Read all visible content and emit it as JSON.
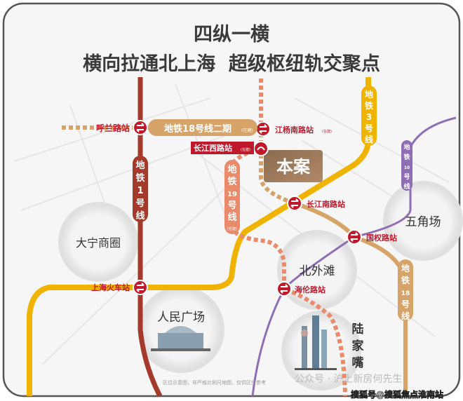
{
  "title_line1": "四纵一横",
  "title_line2": "横向拉通北上海  超级枢纽轨交聚点",
  "project_label": "本案",
  "lines": {
    "line1": {
      "label": [
        "地",
        "铁",
        "1",
        "号",
        "线"
      ],
      "color": "#a33a2c"
    },
    "line3": {
      "label": [
        "地",
        "铁",
        "3",
        "号",
        "线"
      ],
      "color": "#f0b400"
    },
    "line18_phase2": {
      "label": "地铁18号线二期",
      "tag": "(在建)",
      "color": "#d6a468"
    },
    "line18": {
      "label": [
        "地",
        "铁",
        "18",
        "号",
        "线"
      ],
      "color": "#d6a468"
    },
    "line19": {
      "label": [
        "地",
        "铁",
        "19",
        "号",
        "线"
      ],
      "tag": "(在建)",
      "color": "#e98a6b"
    },
    "line10": {
      "label": [
        "地",
        "铁",
        "10",
        "号",
        "线"
      ],
      "color": "#8e6fb3"
    }
  },
  "stations": {
    "hulan": "呼兰路站",
    "jiangyangnan": "江杨南路站",
    "jiangyangnan_tag": "(在建)",
    "changjiangxi": "长江西路站",
    "changjiangxi_tag": "(在建)",
    "changjiangnan": "长江南路站",
    "guoquan": "国权路站",
    "shanghai_rail": "上海火车站",
    "hailun": "海伦路站"
  },
  "districts": {
    "daning": "大宁商圈",
    "beiwaitan": "北外滩",
    "wujiaochang": "五角场",
    "renmin": "人民广场",
    "lujiazui": [
      "陆",
      "家",
      "嘴"
    ]
  },
  "disclaimer": "区位示意图，非严格比例尺地图，仅供区位参考",
  "watermark1": "公众号 · 沪上新房何先生",
  "watermark2": "搜狐号@搜狐焦点淮南站",
  "colors": {
    "title": "#3a3a3a",
    "station_red": "#c0192c",
    "frame": "#555555"
  }
}
